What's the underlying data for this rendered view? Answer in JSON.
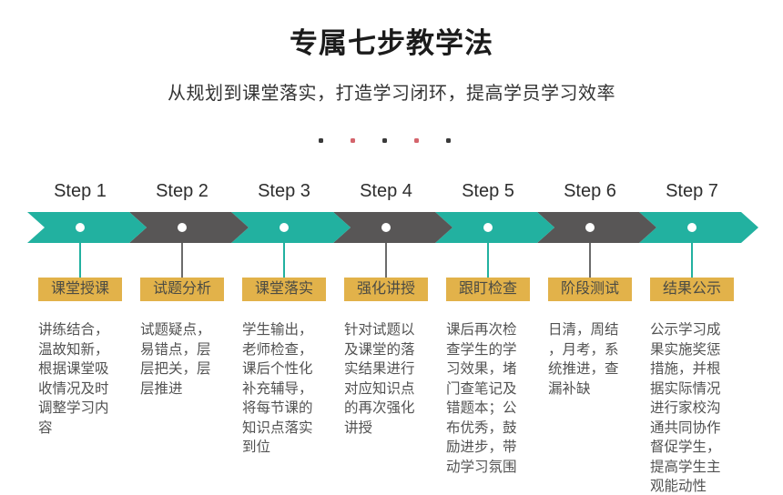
{
  "header": {
    "title": "专属七步教学法",
    "subtitle": "从规划到课堂落实，打造学习闭环，提高学员学习效率"
  },
  "decoration": {
    "dot_colors": [
      "#3A3A3A",
      "#D4646C",
      "#3A3A3A",
      "#D4646C",
      "#3A3A3A"
    ]
  },
  "theme": {
    "teal": "#22B1A0",
    "dark_gray": "#585656",
    "gold": "#E2B24A"
  },
  "steps": [
    {
      "label": "Step 1",
      "badge": "课堂授课",
      "color": "teal",
      "description": "讲练结合，温故知新，根据课堂吸收情况及时调整学习内容"
    },
    {
      "label": "Step 2",
      "badge": "试题分析",
      "color": "gray",
      "description": "试题疑点，易错点，层层把关，层层推进"
    },
    {
      "label": "Step 3",
      "badge": "课堂落实",
      "color": "teal",
      "description": "学生输出，老师检查，课后个性化补充辅导，将每节课的知识点落实到位"
    },
    {
      "label": "Step 4",
      "badge": "强化讲授",
      "color": "gray",
      "description": "针对试题以及课堂的落实结果进行对应知识点的再次强化讲授"
    },
    {
      "label": "Step 5",
      "badge": "跟盯检查",
      "color": "teal",
      "description": "课后再次检查学生的学习效果，堵门查笔记及错题本；公布优秀，鼓励进步，带动学习氛围"
    },
    {
      "label": "Step 6",
      "badge": "阶段测试",
      "color": "gray",
      "description": "日清，周结，月考，系统推进，查漏补缺"
    },
    {
      "label": "Step 7",
      "badge": "结果公示",
      "color": "teal",
      "description": "公示学习成果实施奖惩措施，并根据实际情况进行家校沟通共同协作督促学生，提高学生主观能动性"
    }
  ]
}
